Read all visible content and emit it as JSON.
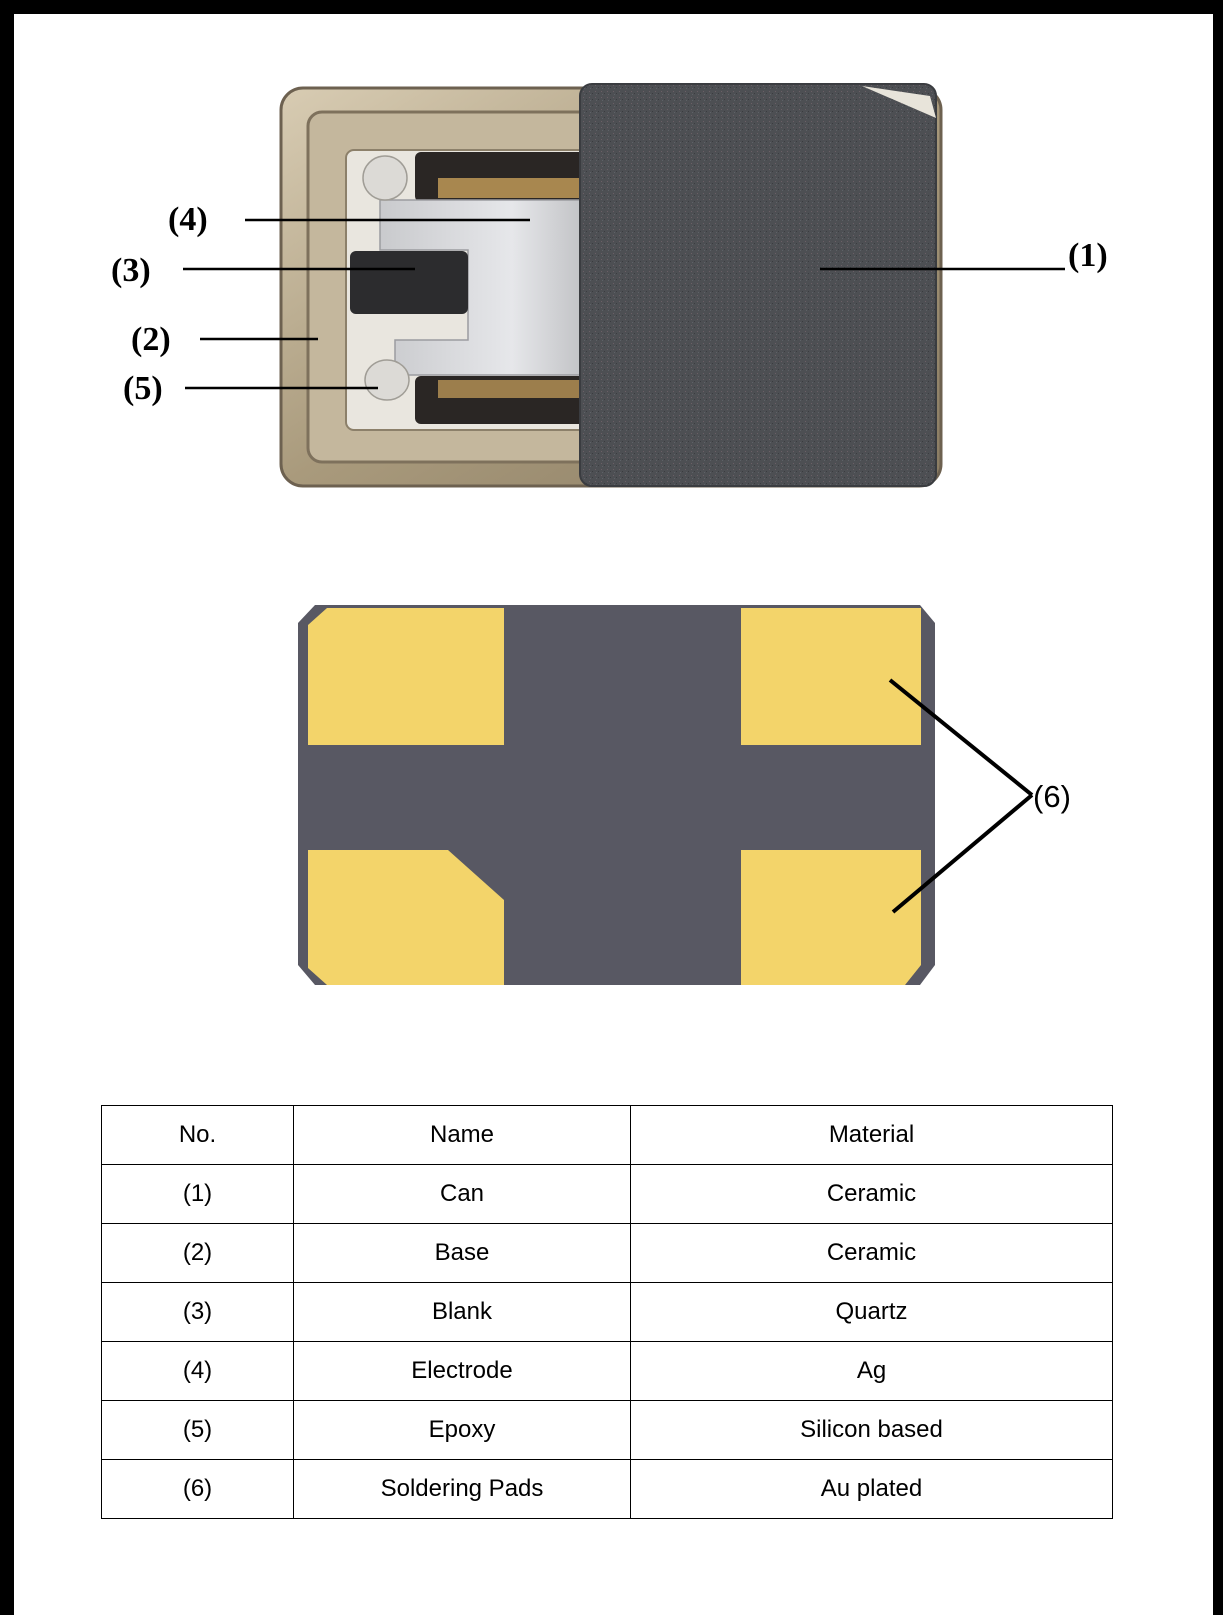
{
  "top_view": {
    "callouts": [
      {
        "id": "1",
        "text": "(1)"
      },
      {
        "id": "2",
        "text": "(2)"
      },
      {
        "id": "3",
        "text": "(3)"
      },
      {
        "id": "4",
        "text": "(4)"
      },
      {
        "id": "5",
        "text": "(5)"
      }
    ]
  },
  "bottom_view": {
    "callout": "(6)"
  },
  "table": {
    "headers": [
      "No.",
      "Name",
      "Material"
    ],
    "rows": [
      [
        "(1)",
        "Can",
        "Ceramic"
      ],
      [
        "(2)",
        "Base",
        "Ceramic"
      ],
      [
        "(3)",
        "Blank",
        "Quartz"
      ],
      [
        "(4)",
        "Electrode",
        "Ag"
      ],
      [
        "(5)",
        "Epoxy",
        "Silicon based"
      ],
      [
        "(6)",
        "Soldering Pads",
        "Au plated"
      ]
    ]
  },
  "colors": {
    "frame": "#000000",
    "base_metal": "#b7a98e",
    "lid_ceramic": "#4f5155",
    "electrode_silver": "#d6d7d9",
    "pad_gold": "#f3d46a",
    "bottom_body": "#575760"
  }
}
